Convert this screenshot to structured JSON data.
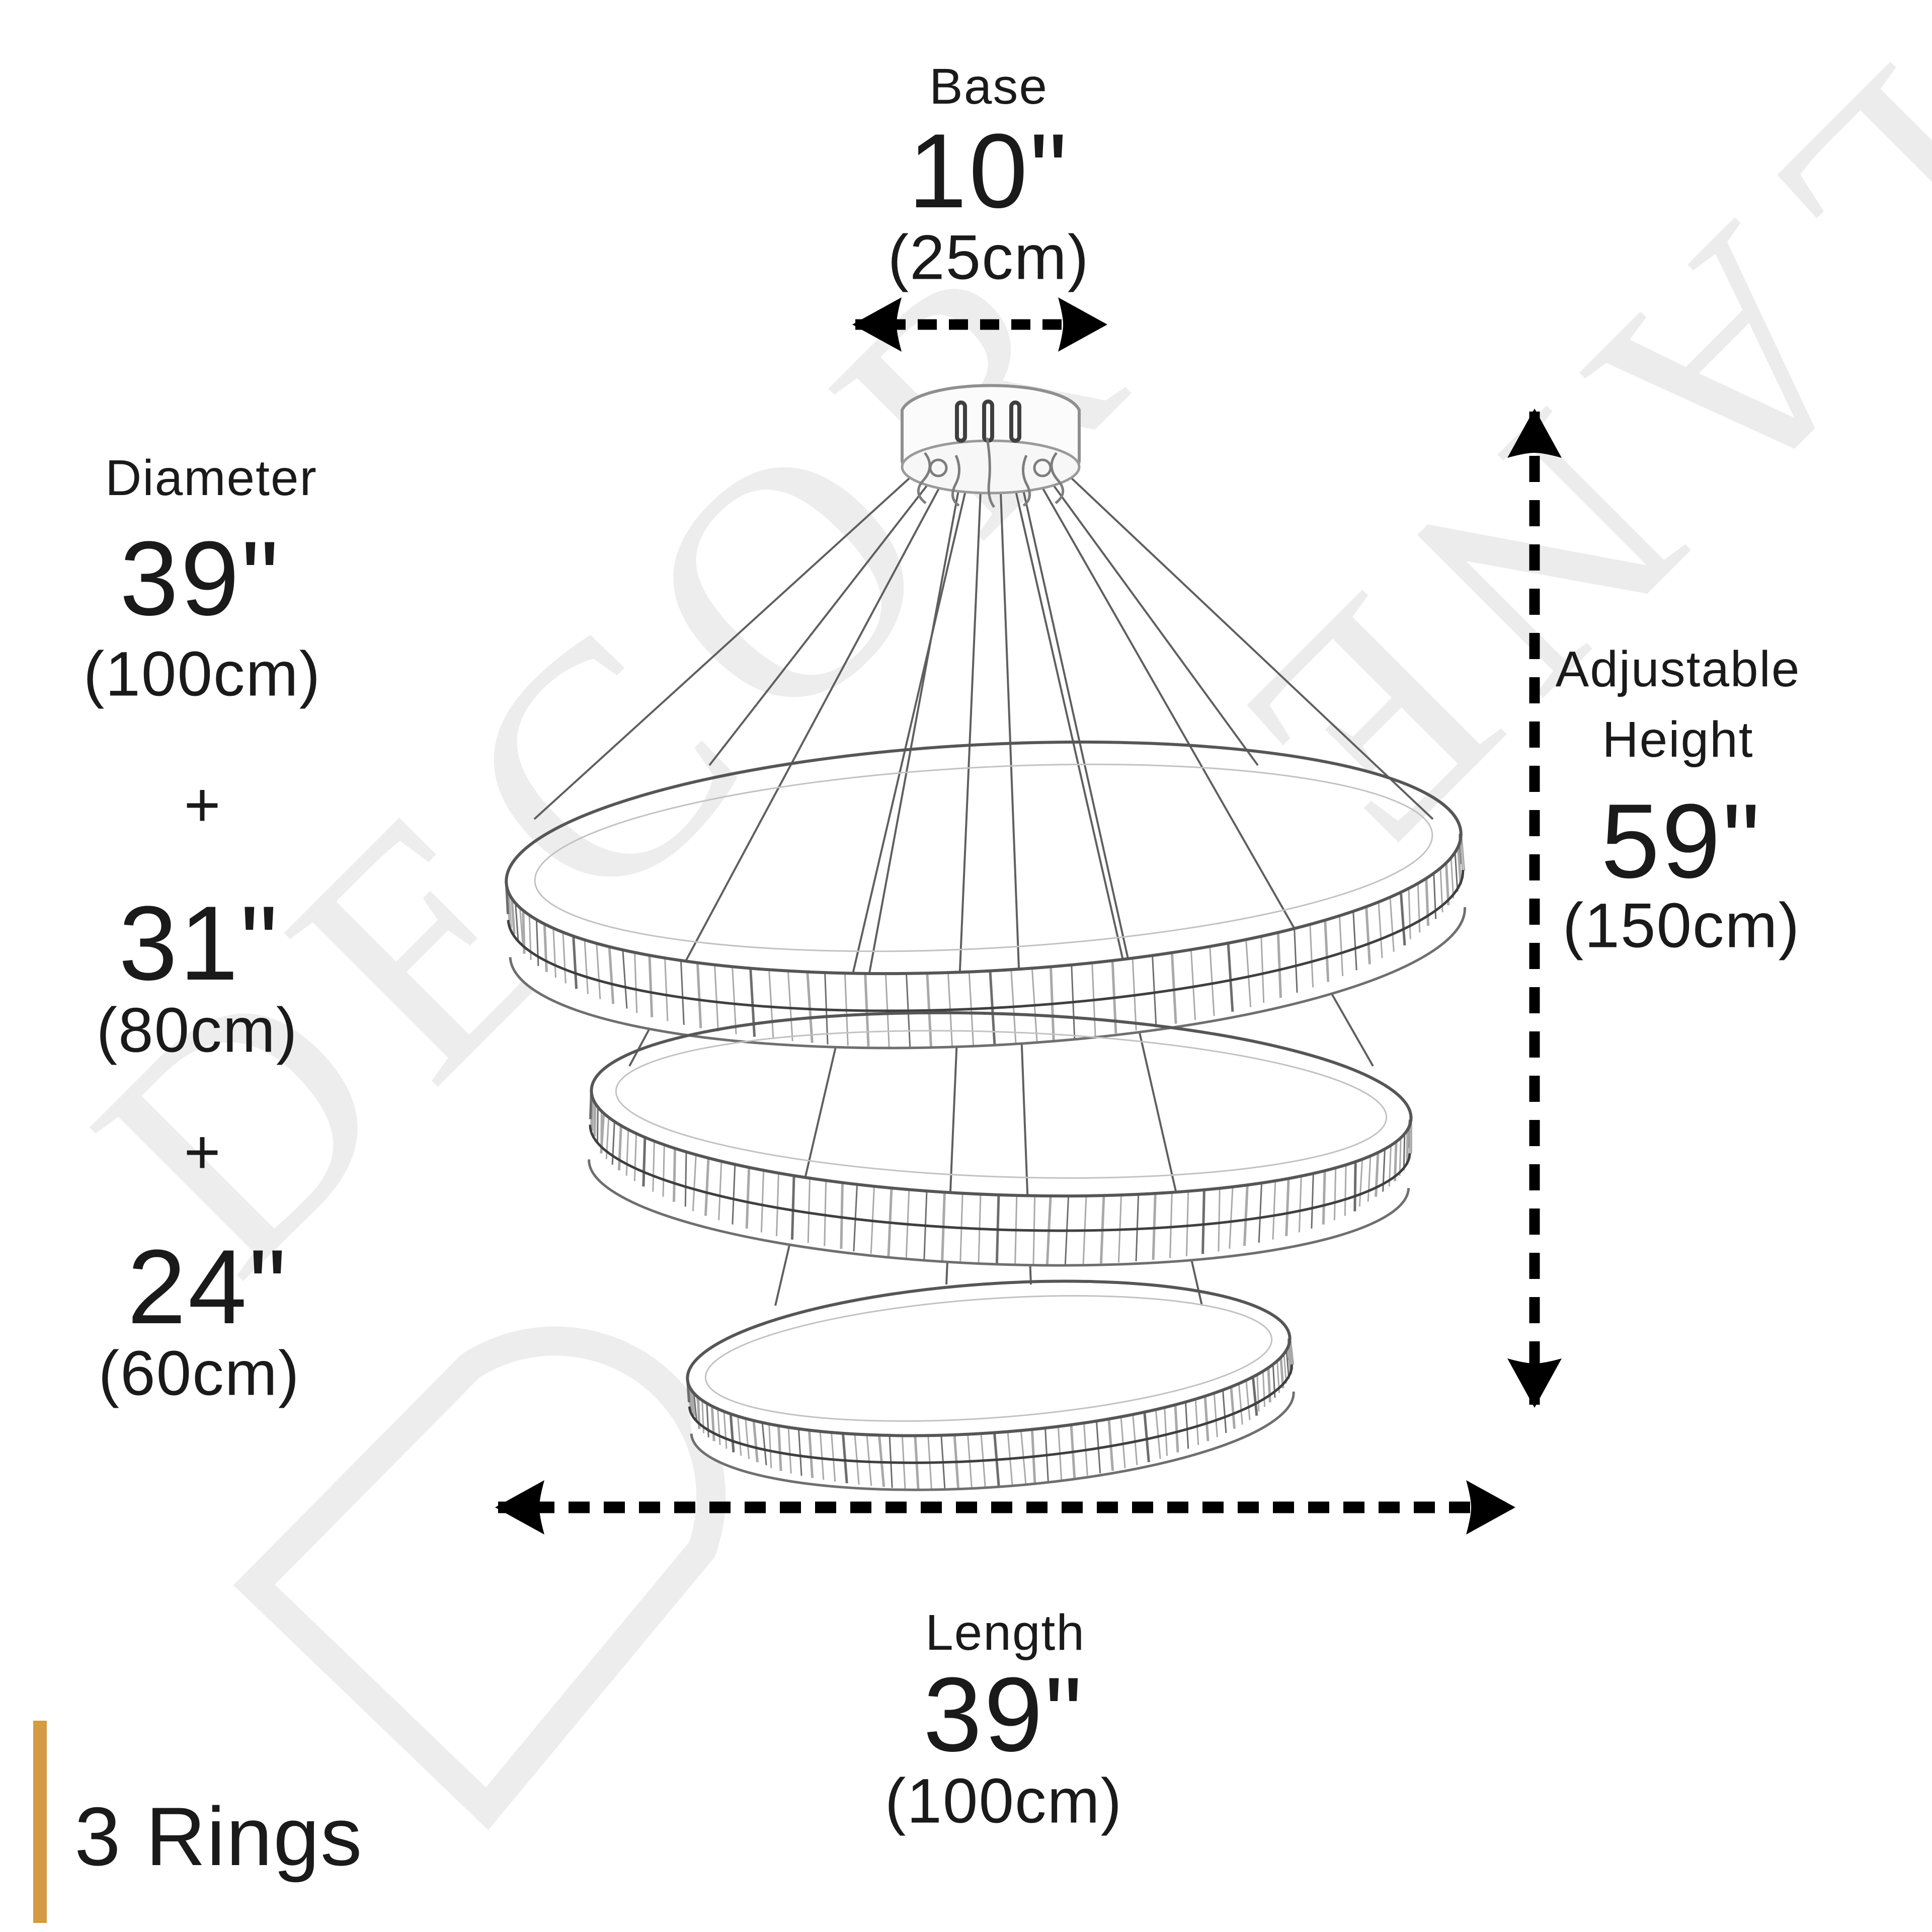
{
  "watermark": {
    "word1": "DECOR",
    "word2": "LANE",
    "color": "#ededed"
  },
  "base": {
    "label": "Base",
    "value": "10\"",
    "metric": "(25cm)"
  },
  "diameter": {
    "label": "Diameter",
    "separator": "+",
    "rings": [
      {
        "value": "39\"",
        "metric": "(100cm)"
      },
      {
        "value": "31\"",
        "metric": "(80cm)"
      },
      {
        "value": "24\"",
        "metric": "(60cm)"
      }
    ]
  },
  "adjustable_height": {
    "label_line1": "Adjustable",
    "label_line2": "Height",
    "value": "59\"",
    "metric": "(150cm)"
  },
  "length": {
    "label": "Length",
    "value": "39\"",
    "metric": "(100cm)"
  },
  "footer": {
    "label": "3 Rings",
    "accent_color": "#d49b43"
  },
  "colors": {
    "text": "#1a1a1a",
    "arrow": "#000000",
    "background": "#ffffff",
    "sketch": "#8a8a8a",
    "watermark": "#ededed"
  }
}
